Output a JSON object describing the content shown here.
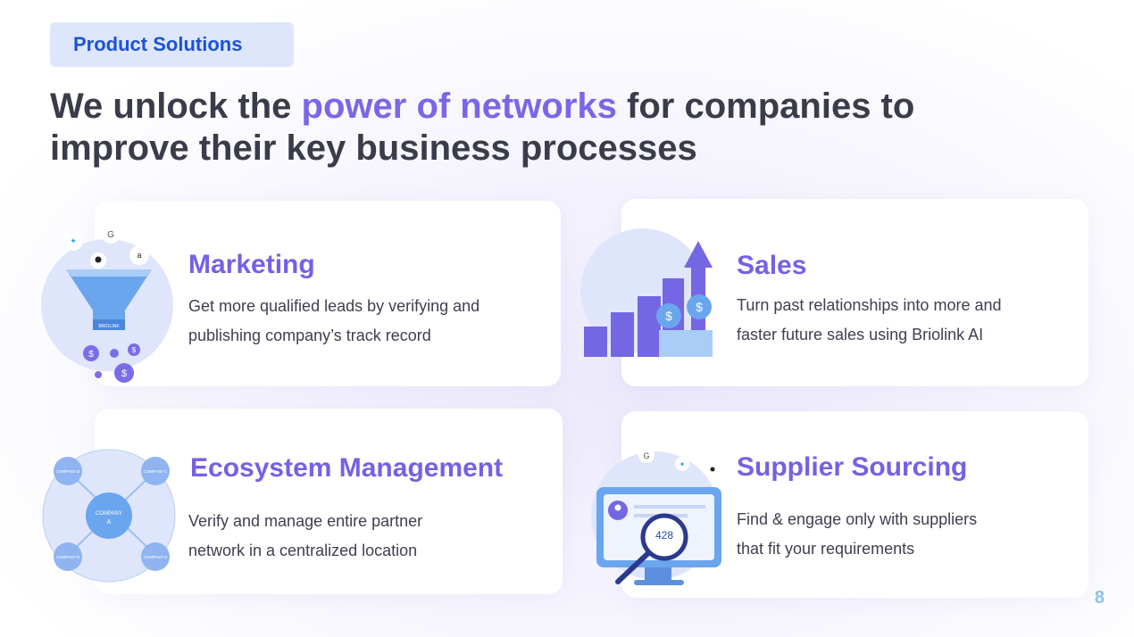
{
  "tag": "Product Solutions",
  "headline": {
    "part1": "We unlock the ",
    "accent": "power of networks",
    "part2": " for companies to improve their key business processes"
  },
  "cards": [
    {
      "title": "Marketing",
      "line1": "Get more qualified leads by verifying and",
      "line2": "publishing company’s track record"
    },
    {
      "title": "Sales",
      "line1": "Turn past relationships into more and",
      "line2": "faster future sales using Briolink AI"
    },
    {
      "title": "Ecosystem Management",
      "line1": "Verify and manage entire partner",
      "line2": "network in a centralized location"
    },
    {
      "title": "Supplier Sourcing",
      "line1": "Find & engage only with suppliers",
      "line2": "that fit your requirements"
    }
  ],
  "ecosystem": {
    "center": "COMPANY",
    "center_letter": "A",
    "nodes": [
      "COMPANY B",
      "COMPANY C",
      "COMPANY E",
      "COMPANY D"
    ]
  },
  "supplier": {
    "count": "428"
  },
  "funnel": {
    "label": "BRIOLINK"
  },
  "page_number": "8",
  "colors": {
    "accent": "#7b66e8",
    "tag_text": "#1b52d6",
    "tag_bg": "#dde6fb",
    "headline": "#3b3c4a"
  },
  "icons": [
    "twitter-icon",
    "google-icon",
    "github-icon",
    "amazon-icon",
    "dollar-icon",
    "search-icon",
    "user-icon"
  ]
}
